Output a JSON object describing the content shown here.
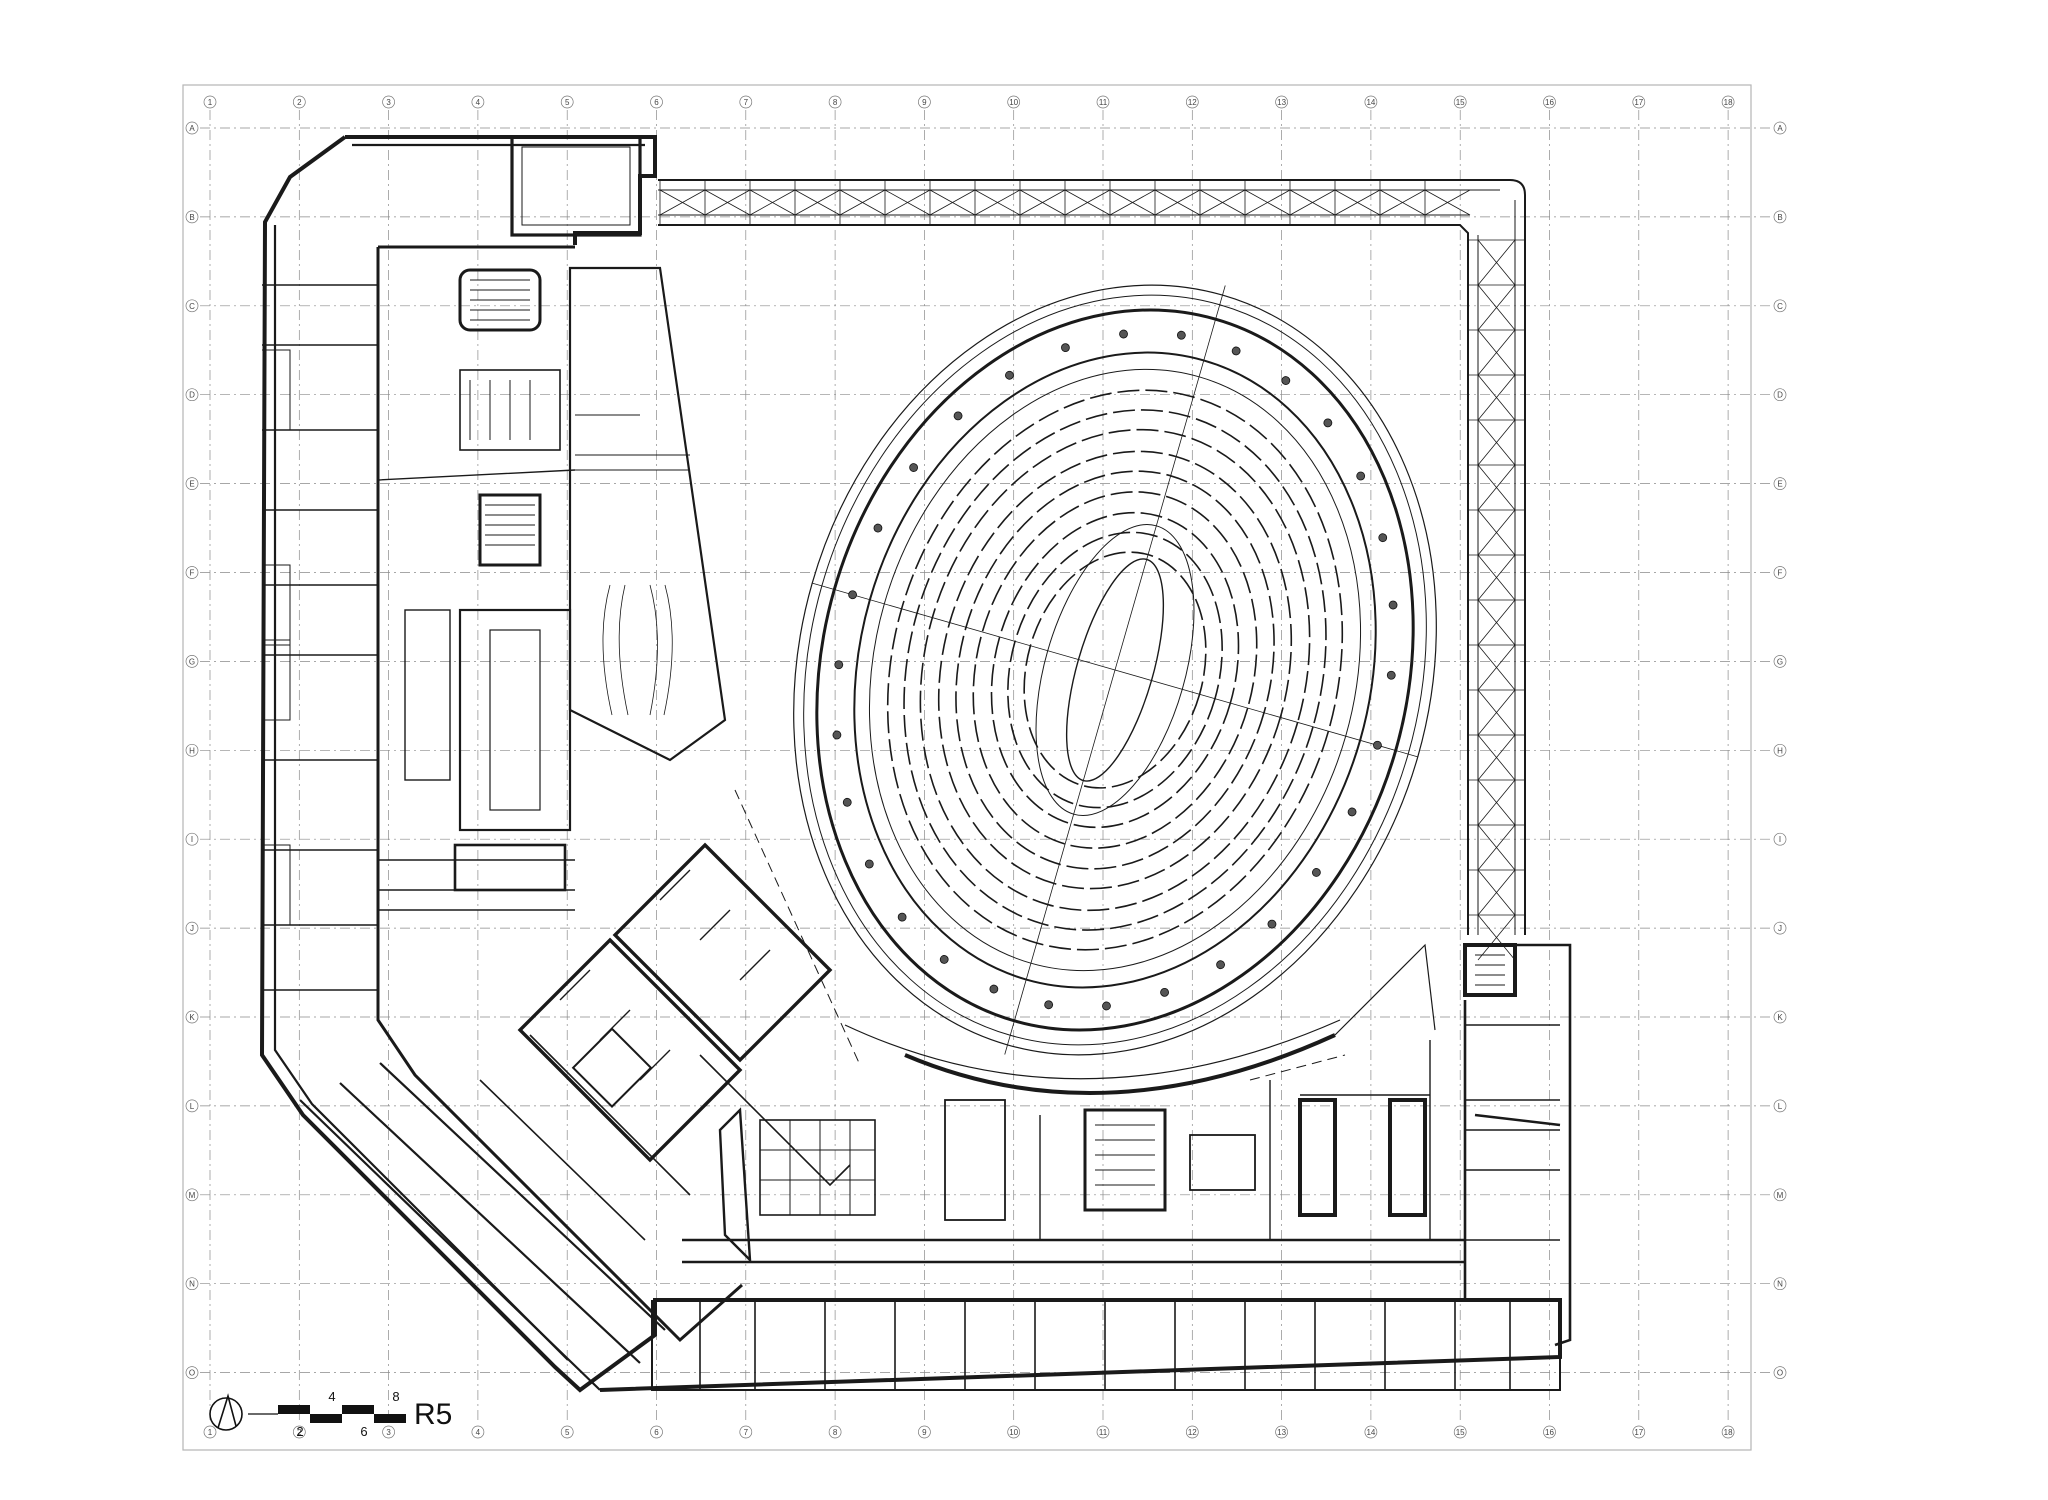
{
  "drawing": {
    "sheet_label": "R5",
    "north_arrow_icon": "north-arrow-icon"
  },
  "grid": {
    "columns": [
      "1",
      "2",
      "3",
      "4",
      "5",
      "6",
      "7",
      "8",
      "9",
      "10",
      "11",
      "12",
      "13",
      "14",
      "15",
      "16",
      "17",
      "18"
    ],
    "rows": [
      "A",
      "B",
      "C",
      "D",
      "E",
      "F",
      "G",
      "H",
      "I",
      "J",
      "K",
      "L",
      "M",
      "N",
      "O"
    ]
  },
  "scale_bar": {
    "labels": [
      "2",
      "4",
      "6",
      "8"
    ]
  },
  "colors": {
    "line": "#1a1a1a",
    "grid_line": "#8a8a8a",
    "frame": "#b5b5b5"
  }
}
